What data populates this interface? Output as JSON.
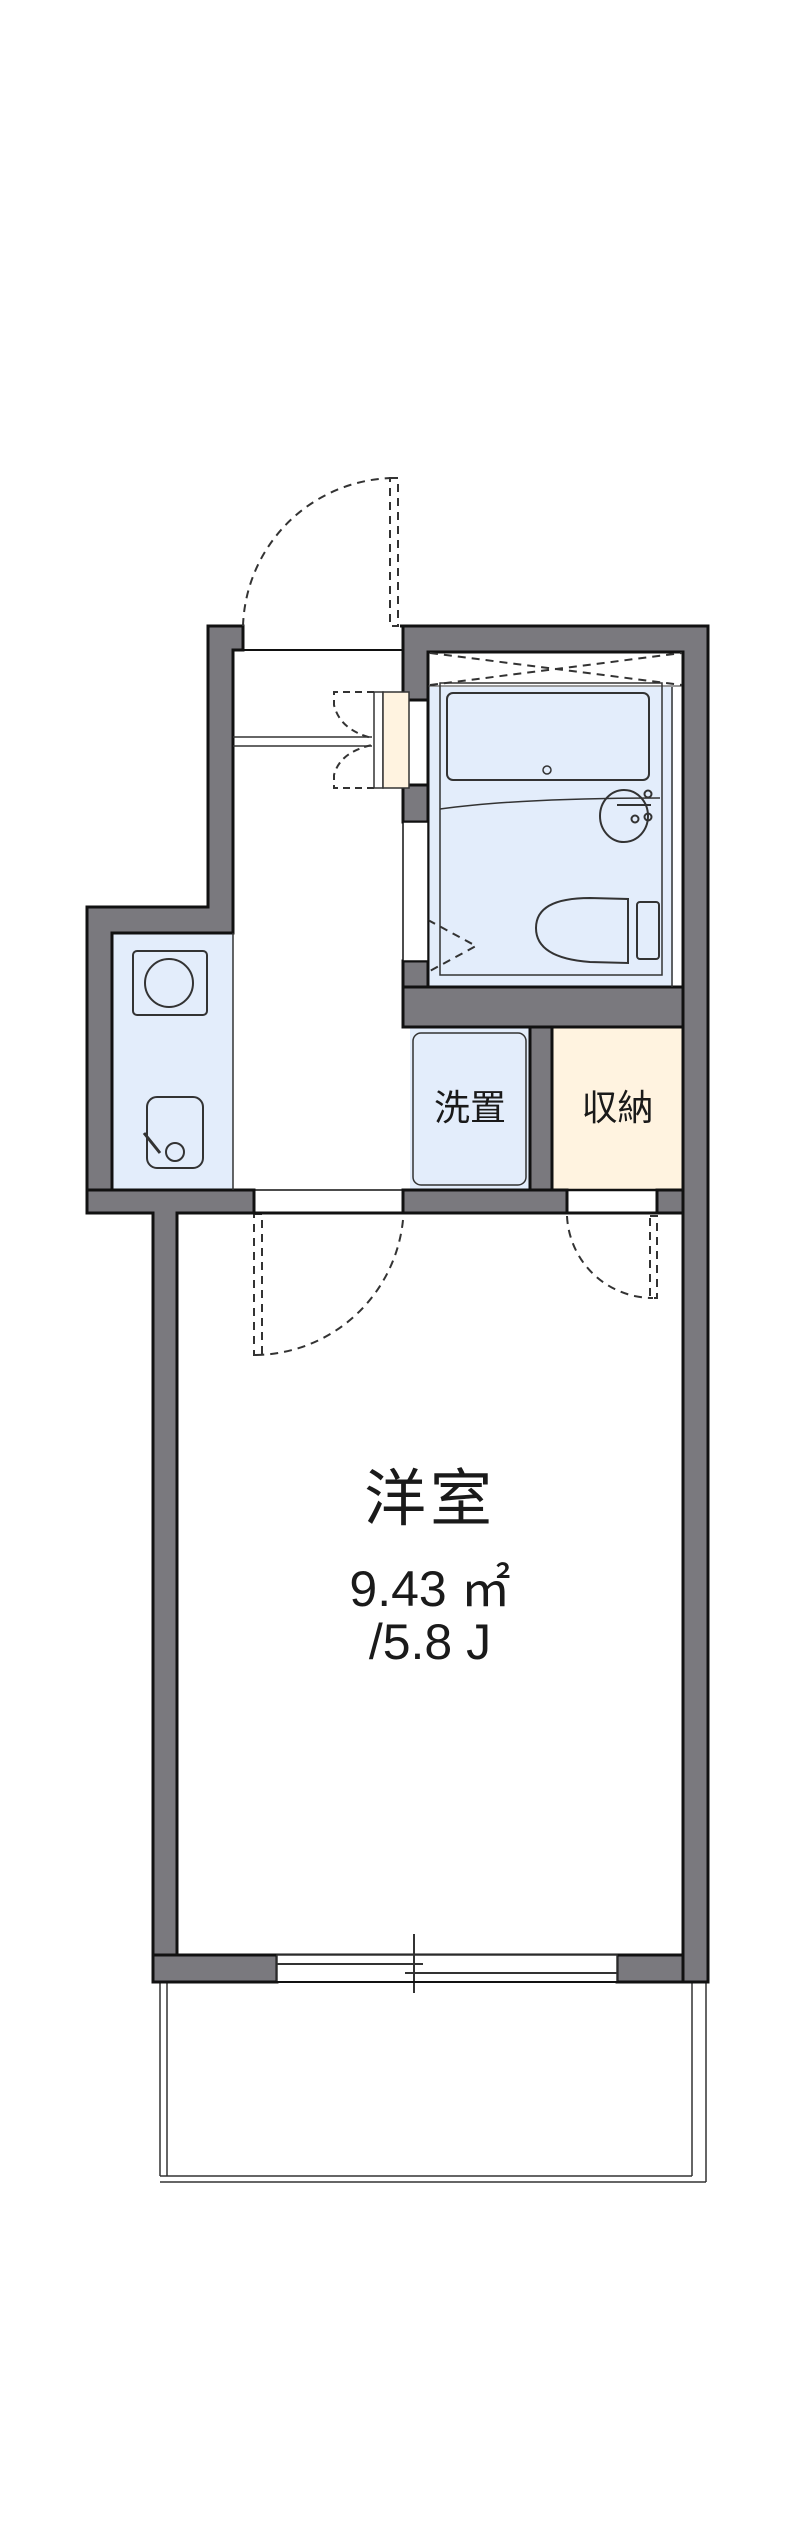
{
  "floor_plan": {
    "colors": {
      "wall": "#7a797e",
      "wall_outline": "#111111",
      "wet_area": "#e3edfb",
      "storage": "#fff3e0",
      "background": "#ffffff",
      "dashed": "#333333"
    },
    "rooms": {
      "main_room": {
        "name": "洋室",
        "area": "9.43 ㎡",
        "jo": "/5.8 J"
      },
      "washer_space": {
        "label": "洗置"
      },
      "closet": {
        "label": "収納"
      },
      "kitchen": {
        "fixtures": [
          "stove-burner",
          "sink"
        ]
      },
      "unit_bath": {
        "fixtures": [
          "bathtub",
          "washbasin",
          "toilet"
        ]
      },
      "entrance": {
        "fixtures": [
          "shoe-cabinet"
        ]
      },
      "balcony": {}
    }
  }
}
